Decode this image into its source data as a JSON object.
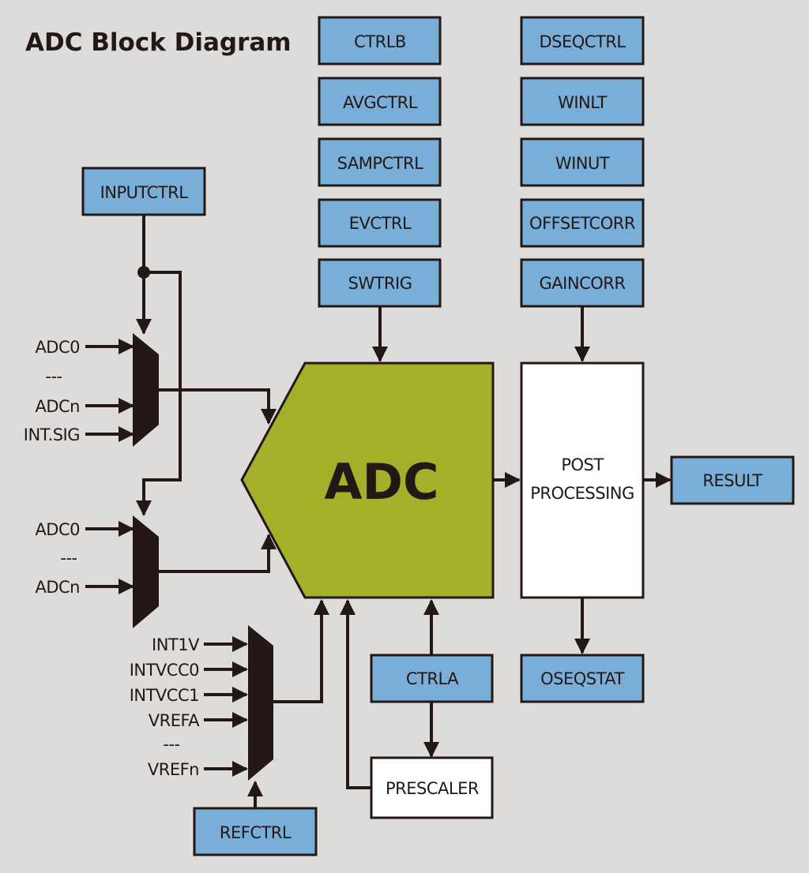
{
  "title": "ADC Block Diagram",
  "colors": {
    "background": "#dddcdb",
    "register_fill": "#78aed8",
    "adc_fill": "#a4b02a",
    "block_fill": "#ffffff",
    "line": "#231815"
  },
  "registers": {
    "ctrlb": "CTRLB",
    "avgctrl": "AVGCTRL",
    "sampctrl": "SAMPCTRL",
    "evctrl": "EVCTRL",
    "swtrig": "SWTRIG",
    "dseqctrl": "DSEQCTRL",
    "winlt": "WINLT",
    "winut": "WINUT",
    "offsetcorr": "OFFSETCORR",
    "gaincorr": "GAINCORR",
    "inputctrl": "INPUTCTRL",
    "ctrla": "CTRLA",
    "refctrl": "REFCTRL",
    "result": "RESULT",
    "oseqstat": "OSEQSTAT"
  },
  "blocks": {
    "adc": "ADC",
    "post_processing_line1": "POST",
    "post_processing_line2": "PROCESSING",
    "prescaler": "PRESCALER"
  },
  "mux_positive_inputs": [
    "ADC0",
    "---",
    "ADCn",
    "INT.SIG"
  ],
  "mux_negative_inputs": [
    "ADC0",
    "---",
    "ADCn"
  ],
  "mux_reference_inputs": [
    "INT1V",
    "INTVCC0",
    "INTVCC1",
    "VREFA",
    "---",
    "VREFn"
  ]
}
